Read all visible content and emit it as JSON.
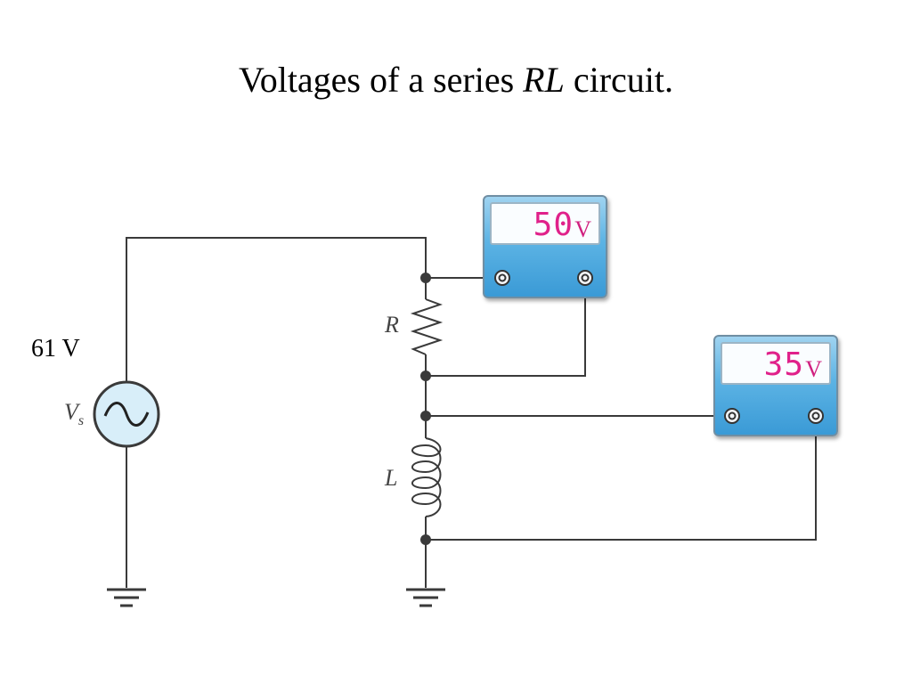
{
  "title": {
    "prefix": "Voltages of a series ",
    "emph": "RL",
    "suffix": " circuit."
  },
  "source": {
    "value_label": "61 V",
    "symbol": "V",
    "subscript": "s"
  },
  "components": {
    "resistor_label": "R",
    "inductor_label": "L"
  },
  "meters": {
    "resistor_meter": {
      "reading": "50",
      "unit": "V"
    },
    "inductor_meter": {
      "reading": "35",
      "unit": "V"
    }
  },
  "colors": {
    "wire": "#3a3a3a",
    "display_digits": "#e0218a",
    "source_fill": "#d8eef9",
    "meter_body": "#4aa8dd"
  }
}
